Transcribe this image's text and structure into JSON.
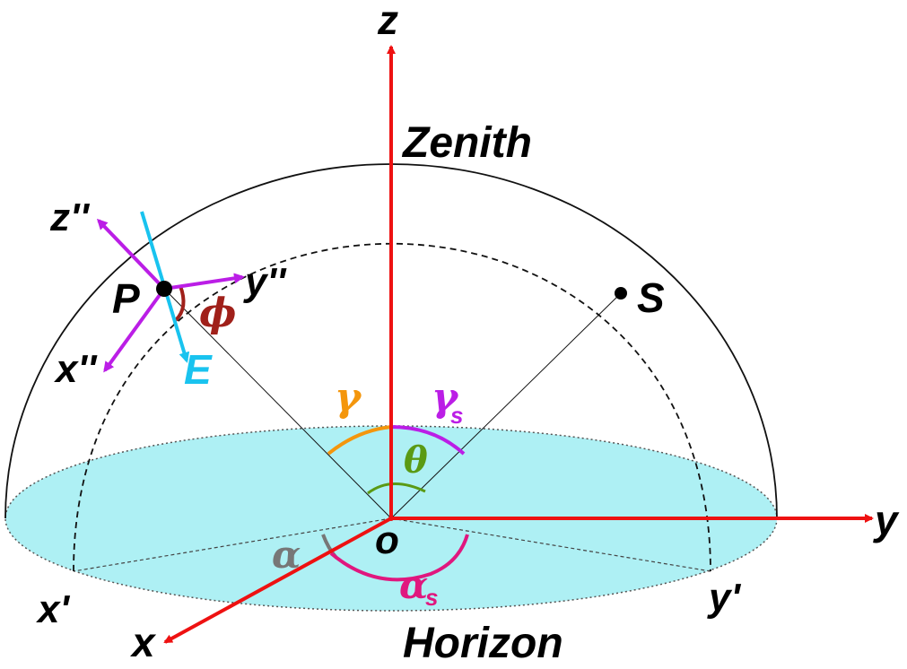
{
  "labels": {
    "z": "z",
    "zenith": "Zenith",
    "z_pp": "z''",
    "y_pp": "y''",
    "x_pp": "x''",
    "P": "P",
    "phi": "ϕ",
    "E": "E",
    "S": "S",
    "gamma": "γ",
    "gamma_s": "γ",
    "gamma_s_sub": "s",
    "theta": "θ",
    "y": "y",
    "o": "o",
    "alpha": "α",
    "alpha_s": "α",
    "alpha_s_sub": "s",
    "x_prime": "x'",
    "y_prime": "y'",
    "x": "x",
    "horizon": "Horizon"
  },
  "colors": {
    "axis": "#ee1111",
    "plane_fill": "#aef0f4",
    "gamma": "#f4960c",
    "gamma_s": "#bb1ee6",
    "theta": "#5a9a14",
    "alpha": "#777777",
    "alpha_s": "#e0177e",
    "phi": "#a0201a",
    "E": "#19c3ef",
    "frame_pp": "#bb1ee6"
  }
}
